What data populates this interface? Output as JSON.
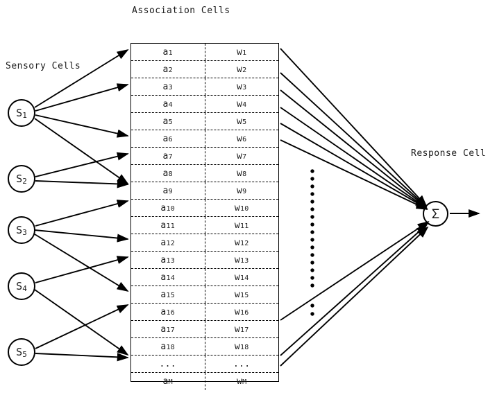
{
  "diagram": {
    "title_association": "Association Cells",
    "title_sensory": "Sensory Cells",
    "title_response": "Response Cell",
    "response_symbol": "Σ",
    "ellipsis": "..."
  },
  "sensory_cells": [
    {
      "base": "S",
      "sub": "1",
      "label": "S1"
    },
    {
      "base": "S",
      "sub": "2",
      "label": "S2"
    },
    {
      "base": "S",
      "sub": "3",
      "label": "S3"
    },
    {
      "base": "S",
      "sub": "4",
      "label": "S4"
    },
    {
      "base": "S",
      "sub": "5",
      "label": "S5"
    }
  ],
  "table": {
    "columns": [
      "a",
      "w"
    ],
    "rows": [
      {
        "a": "a1",
        "w": "w1"
      },
      {
        "a": "a2",
        "w": "w2"
      },
      {
        "a": "a3",
        "w": "w3"
      },
      {
        "a": "a4",
        "w": "w4"
      },
      {
        "a": "a5",
        "w": "w5"
      },
      {
        "a": "a6",
        "w": "w6"
      },
      {
        "a": "a7",
        "w": "w7"
      },
      {
        "a": "a8",
        "w": "w8"
      },
      {
        "a": "a9",
        "w": "w9"
      },
      {
        "a": "a10",
        "w": "w10"
      },
      {
        "a": "a11",
        "w": "w11"
      },
      {
        "a": "a12",
        "w": "w12"
      },
      {
        "a": "a13",
        "w": "w13"
      },
      {
        "a": "a14",
        "w": "w14"
      },
      {
        "a": "a15",
        "w": "w15"
      },
      {
        "a": "a16",
        "w": "w16"
      },
      {
        "a": "a17",
        "w": "w17"
      },
      {
        "a": "a18",
        "w": "w18"
      },
      {
        "a": "...",
        "w": "..."
      },
      {
        "a": "aM",
        "w": "wM"
      }
    ]
  },
  "colors": {
    "stroke": "#000000",
    "text": "#1a1a1a",
    "background": "#ffffff"
  }
}
